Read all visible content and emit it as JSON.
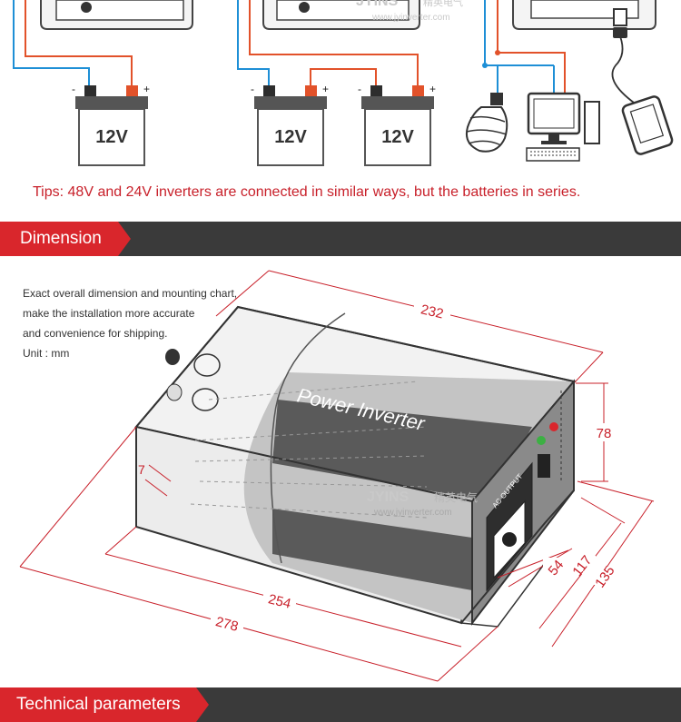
{
  "wiring": {
    "battery_label": "12V",
    "neg_symbol": "-",
    "pos_symbol": "+",
    "watermark_brand": "JYINS",
    "watermark_cn": "精英电气",
    "watermark_url": "www.jyinverter.com"
  },
  "tips": "Tips: 48V and 24V inverters are connected in similar ways, but the batteries in series.",
  "dimension_section": {
    "title": "Dimension",
    "note_lines": [
      "Exact overall dimension and mounting chart,",
      "make the installation more accurate",
      "and convenience for shipping.",
      "Unit : mm"
    ],
    "product_label": "Power Inverter",
    "ac_output_label": "AC OUTPUT",
    "dims": {
      "top_length": "232",
      "height": "78",
      "hole": "7",
      "inner_length": "254",
      "overall_length": "278",
      "front_54": "54",
      "front_117": "117",
      "front_135": "135"
    }
  },
  "tech_section": {
    "title": "Technical parameters"
  },
  "colors": {
    "accent_red": "#d9262c",
    "dim_red": "#c8202a",
    "bar_dark": "#3a3a3a",
    "wire_red": "#e2522a",
    "wire_blue": "#1e8fd6"
  }
}
